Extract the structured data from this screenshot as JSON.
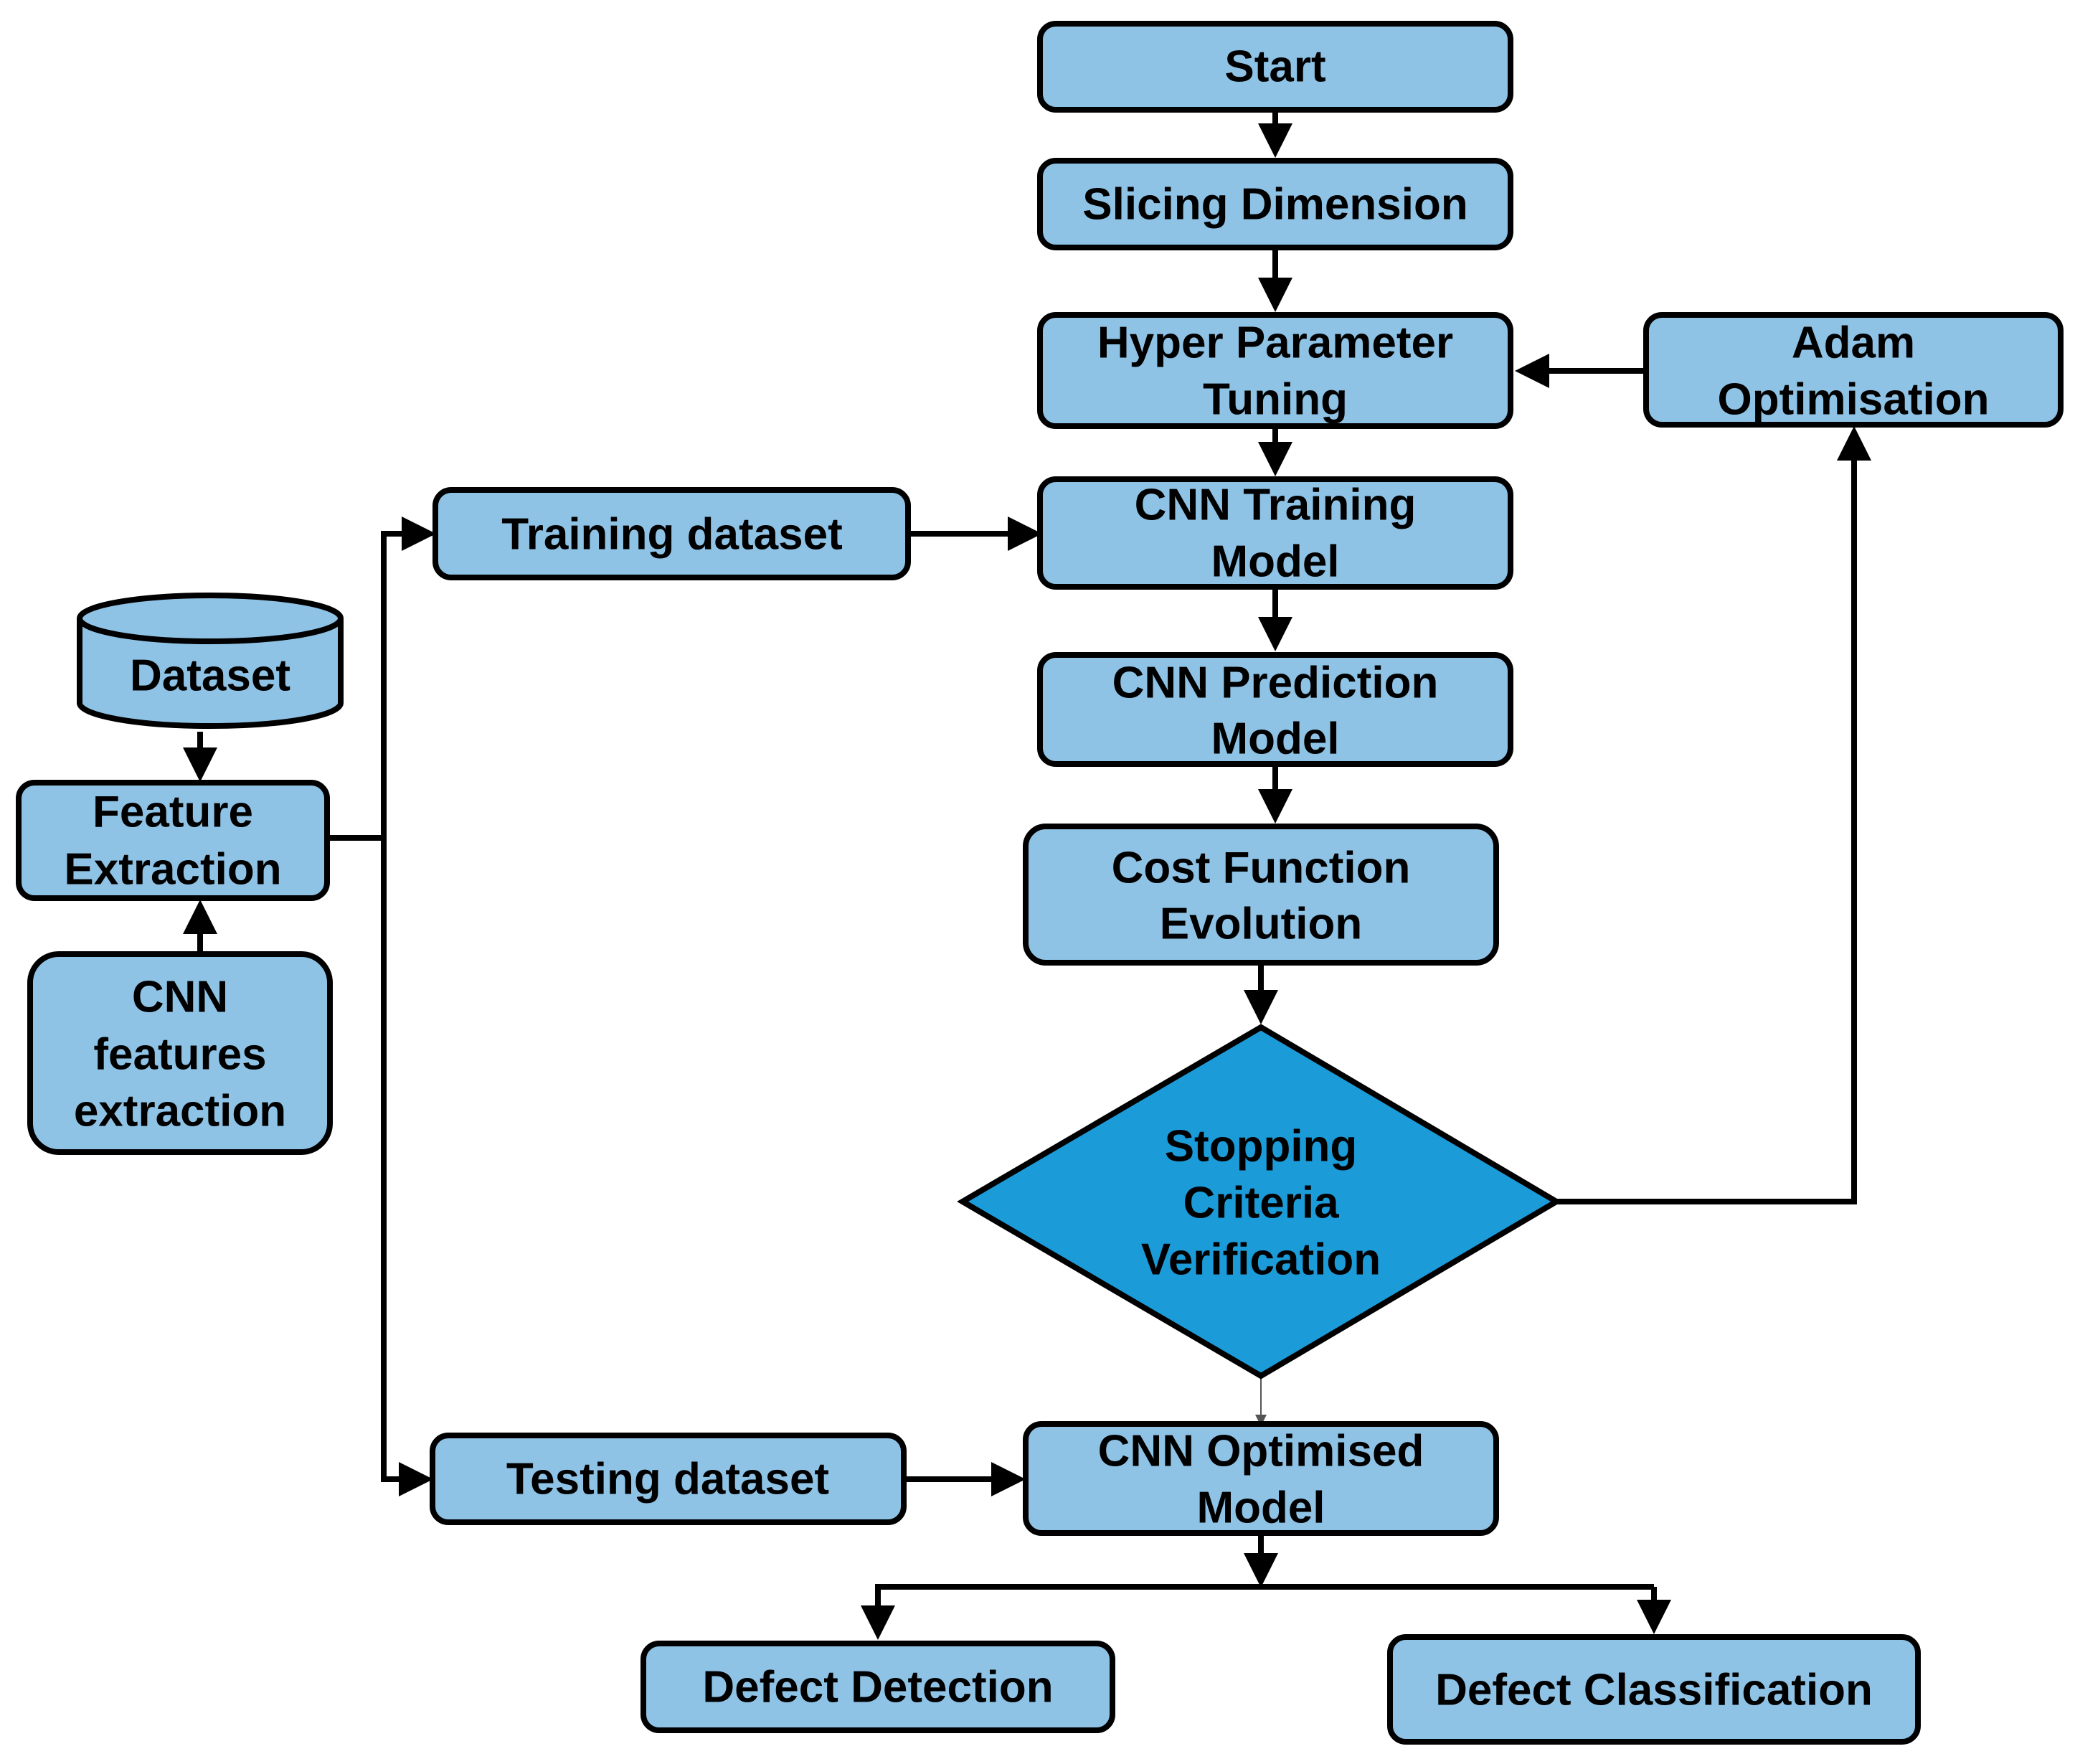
{
  "colors": {
    "box_fill": "#8FC3E6",
    "decision_fill": "#1C9BD9",
    "stroke": "#000000"
  },
  "nodes": {
    "start": "Start",
    "slicing_dimension": "Slicing Dimension",
    "hyper_parameter_tuning": [
      "Hyper Parameter",
      "Tuning"
    ],
    "adam_optimisation": [
      "Adam",
      "Optimisation"
    ],
    "training_dataset": "Training dataset",
    "cnn_training_model": [
      "CNN Training",
      "Model"
    ],
    "dataset": "Dataset",
    "cnn_prediction_model": [
      "CNN Prediction",
      "Model"
    ],
    "feature_extraction": [
      "Feature",
      "Extraction"
    ],
    "cost_function_evolution": [
      "Cost Function",
      "Evolution"
    ],
    "cnn_features_extraction": [
      "CNN",
      "features",
      "extraction"
    ],
    "stopping_criteria_verification": [
      "Stopping",
      "Criteria",
      "Verification"
    ],
    "testing_dataset": "Testing dataset",
    "cnn_optimised_model": [
      "CNN Optimised",
      "Model"
    ],
    "defect_detection": "Defect Detection",
    "defect_classification": "Defect Classification"
  }
}
